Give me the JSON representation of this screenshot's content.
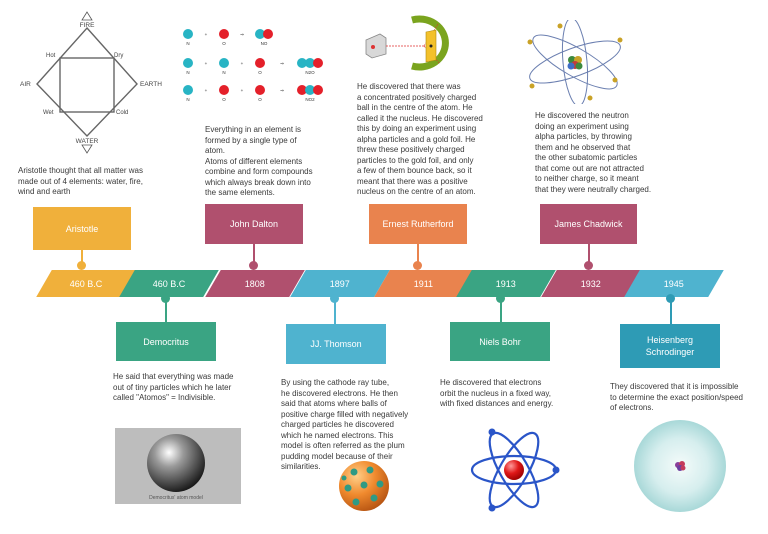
{
  "elements_diagram": {
    "top": "FIRE",
    "bottom": "WATER",
    "left": "AIR",
    "right": "EARTH",
    "tl": "Hot",
    "tr": "Dry",
    "bl": "Wet",
    "br": "Cold"
  },
  "reaction_labels": {
    "n": "N",
    "o": "O",
    "no": "NO",
    "n2o": "N2O",
    "no2": "NO2",
    "plus": "+",
    "arrow": "⇒"
  },
  "descriptions": {
    "aristotle": "Aristotle thought that all matter was\nmade out of 4 elements: water, fire,\nwind and earth",
    "dalton": "Everything in an element is\nformed by a single type of\natom.\nAtoms of different elements\ncombine and form compounds\nwhich always break down into\nthe same elements.",
    "rutherford": "He discovered that there was\na concentrated positively charged\nball in the centre of the atom. He\ncalled it the nucleus. He discovered\nthis by doing an experiment using\nalpha particles and a gold foil. He\nthrew these positively charged\nparticles to the gold foil, and only\na few of them bounce back, so it\nmeant that there was a positive\nnucleus on the centre of an atom.",
    "chadwick": "He discovered the neutron\ndoing an experiment using\nalpha particles, by throwing\nthem and he observed that\nthe other subatomic particles\nthat come out are not attracted\nto neither charge, so it meant\nthat they were neutrally charged.",
    "democritus": "He said that everything was made\nout of tiny particles which he later\ncalled \"Atomos\" = Indivisible.",
    "thomson": "By using the cathode ray tube,\nhe discovered electrons. He then\nsaid that atoms where balls of\npositive charge filled with negatively\ncharged particles he discovered\nwhich he named electrons. This\nmodel is often referred as the plum\npudding model because of their\n similarities.",
    "bohr": "He discovered that electrons\norbit the nucleus in a fixed way,\nwith fixed distances and energy.",
    "heisenberg": "They discovered that it is impossible\nto determine the exact position/speed\nof electrons."
  },
  "names": {
    "aristotle": "Aristotle",
    "dalton": "John Dalton",
    "rutherford": "Ernest Rutherford",
    "chadwick": "James Chadwick",
    "democritus": "Democritus",
    "thomson": "JJ. Thomson",
    "bohr": "Niels Bohr",
    "heisenberg": "Heisenberg\nSchrodinger"
  },
  "years": {
    "aristotle": "460 B.C",
    "democritus": "460 B.C",
    "dalton": "1808",
    "thomson": "1897",
    "rutherford": "1911",
    "bohr": "1913",
    "chadwick": "1932",
    "heisenberg": "1945"
  },
  "democritus_image_caption": "Democritus' atom model",
  "colors": {
    "aristotle": "#f0b03b",
    "democritus": "#3aa483",
    "dalton": "#b0506e",
    "thomson": "#4fb3cf",
    "rutherford": "#e9834e",
    "bohr": "#3aa483",
    "chadwick": "#b0506e",
    "heisenberg": "#2e9bb5"
  }
}
